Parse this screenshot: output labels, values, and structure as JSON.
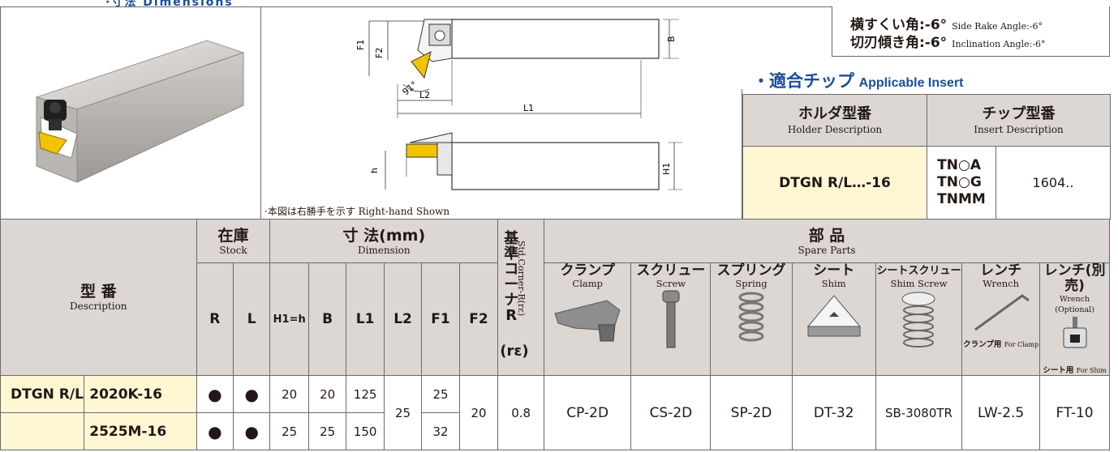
{
  "hand_note": {
    "jp": "·本図は右勝手を示す",
    "en": "Right-hand Shown"
  },
  "angles": {
    "rake_jp": "横すくい角:-6°",
    "rake_en": "Side Rake Angle:-6°",
    "incl_jp": "切刃傾き角:-6°",
    "incl_en": "Inclination Angle:-6°"
  },
  "insert_title": {
    "dot": "・",
    "jp": "適合チップ",
    "en": "Applicable Insert"
  },
  "insert_table": {
    "holder_jp": "ホルダ型番",
    "holder_en": "Holder Description",
    "chip_jp": "チップ型番",
    "chip_en": "Insert Description",
    "holder_value": "DTGN R/L…-16",
    "chips": [
      "TN○A",
      "TN○G",
      "TNMM"
    ],
    "chip_size": "1604.."
  },
  "drawing_labels": {
    "f1": "F1",
    "f2": "F2",
    "b": "B",
    "angle": "91°",
    "l2": "L2",
    "l1": "L1",
    "h": "h",
    "h1": "H1"
  },
  "main_table": {
    "desc_jp": "型 番",
    "desc_en": "Description",
    "stock_jp": "在庫",
    "stock_en": "Stock",
    "dim_jp": "寸 法(mm)",
    "dim_en": "Dimension",
    "corner_jp": "基準コーナR",
    "corner_en": "Std.Corner-R(rε)",
    "corner_sym": "(rε)",
    "parts_jp": "部 品",
    "parts_en": "Spare Parts",
    "cols": {
      "r": "R",
      "l": "L",
      "h1h": "H1=h",
      "b": "B",
      "l1": "L1",
      "l2": "L2",
      "f1": "F1",
      "f2": "F2"
    },
    "parts": [
      {
        "jp": "クランプ",
        "en": "Clamp",
        "value": "CP-2D"
      },
      {
        "jp": "スクリュー",
        "en": "Screw",
        "value": "CS-2D"
      },
      {
        "jp": "スプリング",
        "en": "Spring",
        "value": "SP-2D"
      },
      {
        "jp": "シート",
        "en": "Shim",
        "value": "DT-32"
      },
      {
        "jp": "シートスクリュー",
        "en": "Shim Screw",
        "value": "SB-3080TR"
      },
      {
        "jp": "レンチ",
        "en": "Wrench",
        "value": "LW-2.5"
      },
      {
        "jp": "レンチ(別売)",
        "en": "Wrench (Optional)",
        "value": "FT-10"
      }
    ],
    "wrench_note_jp": "クランプ用",
    "wrench_note_en": "For Clamp",
    "opt_note_jp": "シート用",
    "opt_note_en": "For Shim",
    "prefix": "DTGN R/L",
    "rows": [
      {
        "model": "2020K-16",
        "r": "●",
        "l": "●",
        "h1h": "20",
        "b": "20",
        "l1": "125",
        "f1": "25"
      },
      {
        "model": "2525M-16",
        "r": "●",
        "l": "●",
        "h1h": "25",
        "b": "25",
        "l1": "150",
        "f1": "32"
      }
    ],
    "shared": {
      "l2": "25",
      "f2": "20",
      "corner": "0.8"
    }
  },
  "colors": {
    "header_gray": "#dcd7d3",
    "cream": "#fff7d4",
    "title_blue": "#1a4e9c",
    "tip_yellow": "#f2c300"
  }
}
